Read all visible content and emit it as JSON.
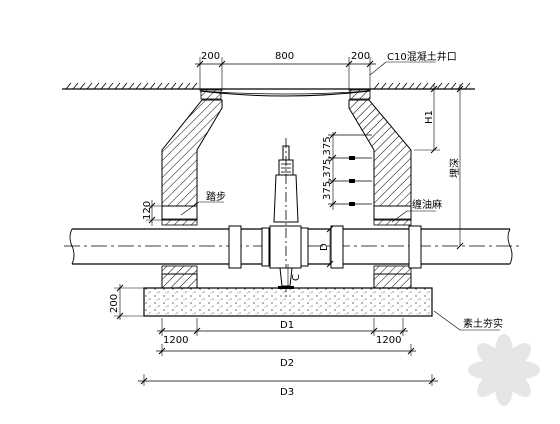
{
  "dims_top": {
    "left": "200",
    "mid": "800",
    "right": "200"
  },
  "dims_vert": {
    "h1": "H1",
    "depth": "埋深",
    "steps": "375,375,375",
    "d": "D",
    "c": "C",
    "ring": "120",
    "slab": "200"
  },
  "dims_bottom": {
    "left": "1200",
    "right": "1200",
    "d1": "D1",
    "d2": "D2",
    "d3": "D3"
  },
  "labels": {
    "well_mouth": "C10混凝土井口",
    "ladder": "踏步",
    "seal": "缠油麻",
    "base": "素土夯实"
  },
  "colors": {
    "line": "#000000",
    "watermark": "#e4e4e4"
  },
  "icons": {
    "watermark": "watermark-icon"
  }
}
